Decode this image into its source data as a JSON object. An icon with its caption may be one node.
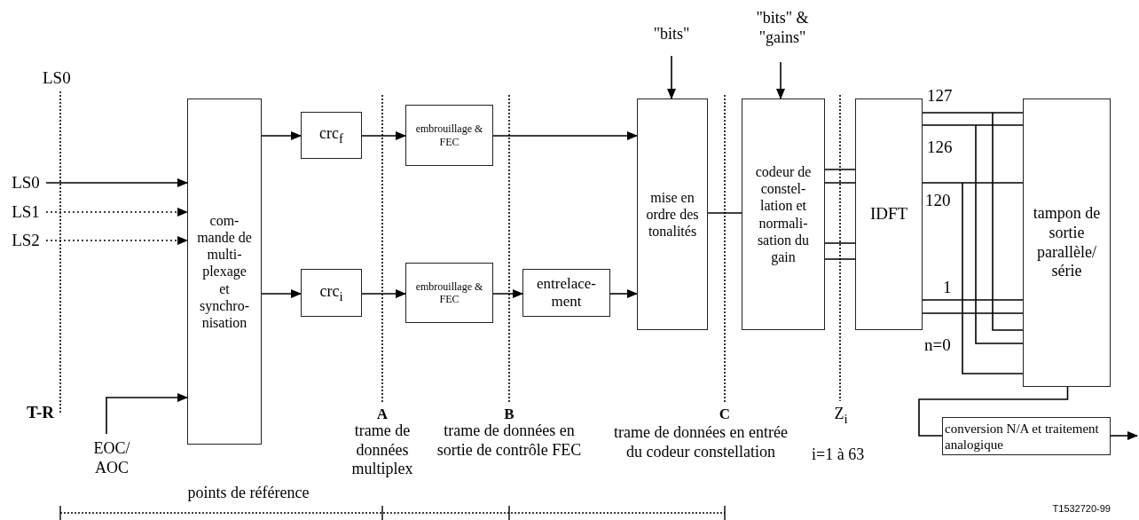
{
  "diagram": {
    "nodes": [
      {
        "text": [
          "LS0"
        ]
      },
      {
        "text": [
          "LS1"
        ]
      },
      {
        "text": [
          "LS2"
        ]
      },
      {
        "text": [
          "com- mande de multi- plexage et synchro- nisation"
        ]
      },
      {
        "text": [
          "crc$_{f}$"
        ]
      },
      {
        "text": [
          "crc$_{i}$"
        ]
      },
      {
        "text": [
          "embrouillage & FEC"
        ]
      },
      {
        "text": [
          "embrouillage & FEC"
        ]
      },
      {
        "text": [
          "entrelace- ment"
        ]
      },
      {
        "text": [
          "\"bits\""
        ]
      },
      {
        "text": [
          "mise en ordre des tonalités"
        ]
      },
      {
        "text": [
          "\"bits\" & \"gains\""
        ]
      },
      {
        "text": [
          "codeur de constel- lation et normali- sation du gain"
        ]
      },
      {
        "text": [
          "IDFT"
        ]
      },
      {
        "text": [
          "tampon de sortie parallèle/ série"
        ]
      },
      {
        "text": [
          "conversion N/A et traitement analogique"
        ]
      },
      {
        "text": [
          "EOC/ AOC"
        ]
      }
    ],
    "edges": [
      {
        "from": 0,
        "to": 3,
        "arrow": "to"
      },
      {
        "from": 1,
        "to": 3,
        "arrow": "to",
        "style": "dashed"
      },
      {
        "from": 2,
        "to": 3,
        "arrow": "to",
        "style": "dashed"
      },
      {
        "from": 16,
        "to": 3,
        "arrow": "to"
      },
      {
        "from": 3,
        "to": 4,
        "arrow": "to"
      },
      {
        "from": 3,
        "to": 5,
        "arrow": "to"
      },
      {
        "from": 4,
        "to": 6,
        "arrow": "to"
      },
      {
        "from": 5,
        "to": 7,
        "arrow": "to"
      },
      {
        "from": 6,
        "to": 10,
        "arrow": "to"
      },
      {
        "from": 7,
        "to": 8,
        "arrow": "to"
      },
      {
        "from": 8,
        "to": 10,
        "arrow": "to"
      },
      {
        "from": 9,
        "to": 10,
        "arrow": "to"
      },
      {
        "from": 11,
        "to": 12,
        "arrow": "to"
      },
      {
        "from": 10,
        "to": 12,
        "arrow": "none"
      },
      {
        "from": 12,
        "to": 13,
        "arrow": "none"
      },
      {
        "from": 12,
        "to": 13,
        "arrow": "none"
      },
      {
        "from": 13,
        "to": 14,
        "arrow": "none"
      },
      {
        "from": 13,
        "to": 14,
        "arrow": "none"
      },
      {
        "from": 13,
        "to": 14,
        "arrow": "none"
      },
      {
        "from": 14,
        "to": 15,
        "arrow": "none"
      },
      {
        "from": 15,
        "to": null,
        "arrow": "to"
      }
    ],
    "labels": [
      "LS0",
      "T-R",
      "A",
      "B",
      "C",
      "Z$_{i}$",
      "trame de données multiplex",
      "trame de données en sortie de contrôle FEC",
      "trame de données en entrée du codeur constellation",
      "i=1 à 63",
      "points de référence",
      "127",
      "126",
      "120",
      "1",
      "n=0",
      "T1532720-99"
    ]
  }
}
